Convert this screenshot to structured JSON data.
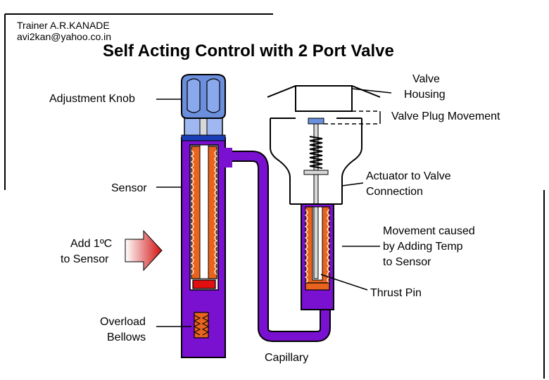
{
  "header": {
    "trainer": "Trainer A.R.KANADE",
    "email": "avi2kan@yahoo.co.in"
  },
  "title": "Self Acting Control with 2 Port Valve",
  "labels": {
    "adjustment_knob": "Adjustment Knob",
    "valve_housing_line1": "Valve",
    "valve_housing_line2": "Housing",
    "valve_plug_movement": "Valve Plug Movement",
    "sensor": "Sensor",
    "actuator_line1": "Actuator to Valve",
    "actuator_line2": "Connection",
    "add_temp_line1": "Add 1ºC",
    "add_temp_line2": "to Sensor",
    "movement_line1": "Movement caused",
    "movement_line2": "by Adding Temp",
    "movement_line3": "to Sensor",
    "thrust_pin": "Thrust Pin",
    "overload_line1": "Overload",
    "overload_line2": "Bellows",
    "capillary": "Capillary"
  },
  "colors": {
    "body": "#7a10d0",
    "bellows": "#e8641e",
    "knob": "#6b8fdc",
    "arrow": "#d11010"
  }
}
